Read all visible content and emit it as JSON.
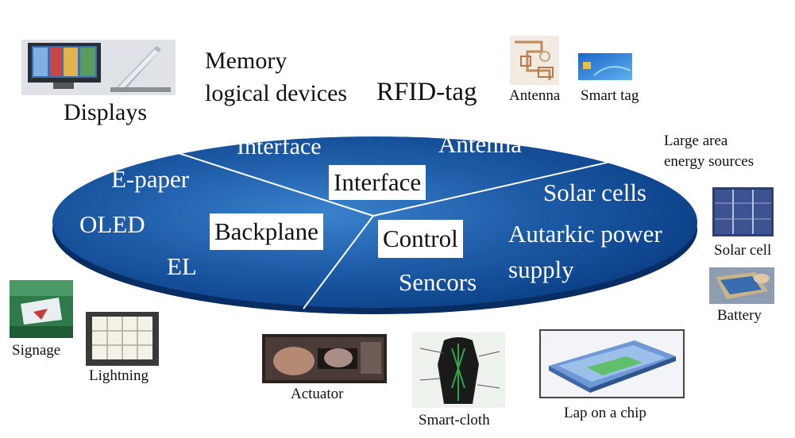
{
  "top_labels": {
    "memory": "Memory",
    "logical_devices": "logical devices",
    "rfid": "RFID-tag"
  },
  "images": {
    "displays": "Displays",
    "antenna": "Antenna",
    "smart_tag": "Smart tag",
    "large_area": "Large area",
    "energy_sources": "energy sources",
    "solar_cell": "Solar cell",
    "battery": "Battery",
    "signage": "Signage",
    "lightning": "Lightning",
    "actuator": "Actuator",
    "smart_cloth": "Smart-cloth",
    "lap_chip": "Lap on a chip"
  },
  "ellipse": {
    "interface_top": "Interface",
    "antenna": "Antenna",
    "epaper": "E-paper",
    "oled": "OLED",
    "el": "EL",
    "solar_cells": "Solar cells",
    "autarkic_1": "Autarkic power",
    "autarkic_2": "supply",
    "sensors": "Sencors"
  },
  "boxes": {
    "interface": "Interface",
    "backplane": "Backplane",
    "control": "Control"
  },
  "colors": {
    "ellipse_dark": "#0b3f86",
    "ellipse_light": "#2f74c0",
    "ellipse_edge": "#082d63"
  }
}
